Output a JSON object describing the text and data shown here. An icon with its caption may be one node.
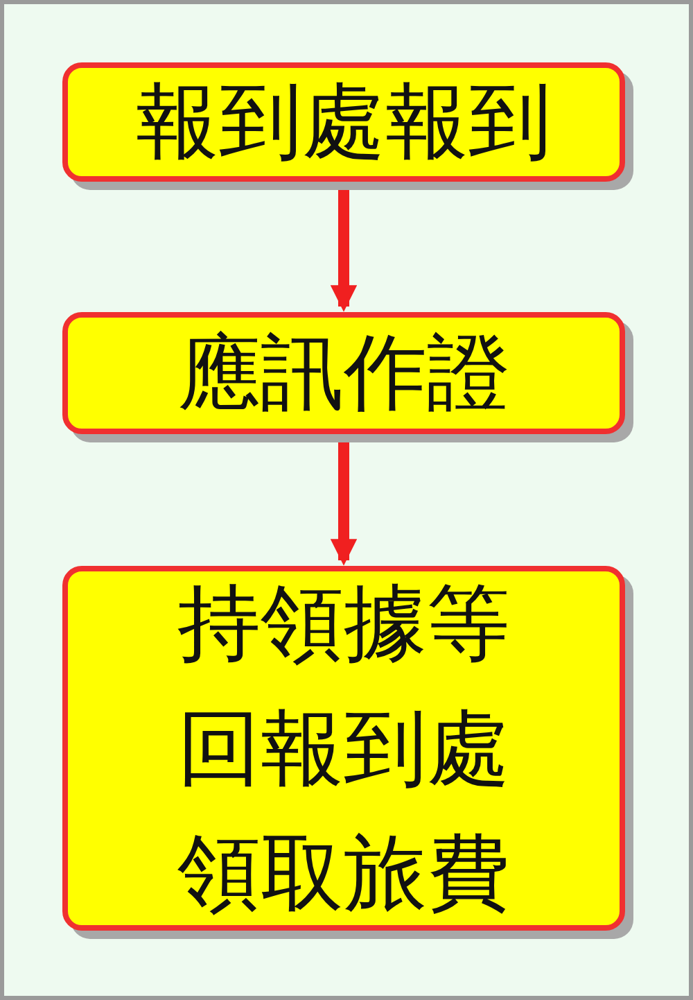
{
  "diagram": {
    "nodes": [
      {
        "text": [
          "報到處報到"
        ]
      },
      {
        "text": [
          "應訊作證"
        ]
      },
      {
        "text": [
          "持領據等回報到處領取旅費"
        ]
      }
    ],
    "edges": [
      {
        "from": 0,
        "to": 1,
        "arrow": "to"
      },
      {
        "from": 1,
        "to": 2,
        "arrow": "to"
      }
    ]
  }
}
